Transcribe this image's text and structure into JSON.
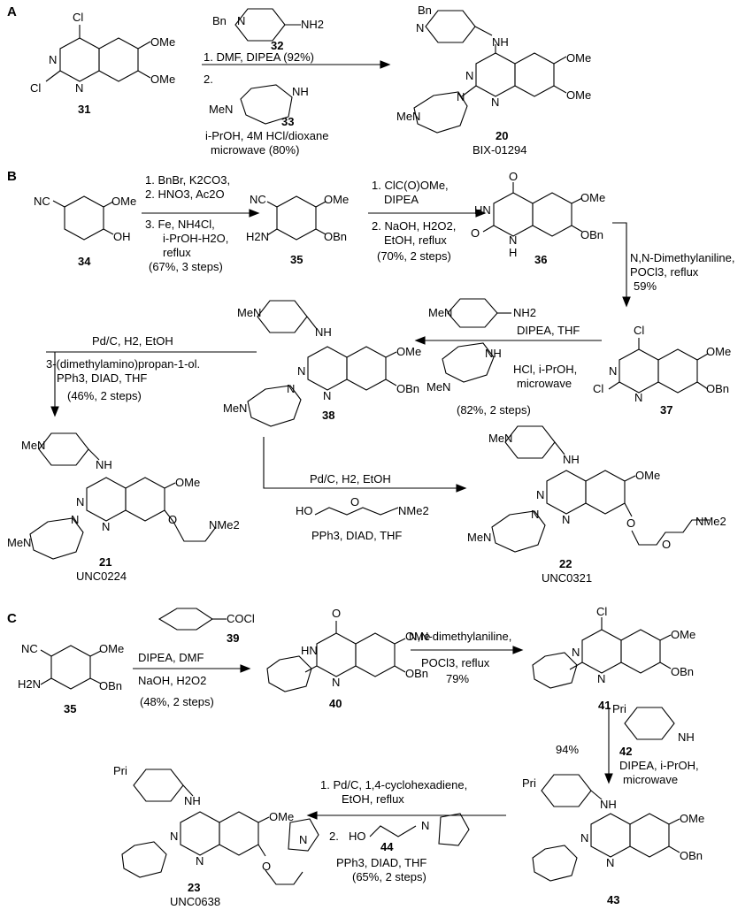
{
  "sections": {
    "a": "A",
    "b": "B",
    "c": "C"
  },
  "compounds": {
    "c31": "31",
    "c32": "32",
    "c33": "33",
    "c20": "20",
    "c20_name": "BIX-01294",
    "c34": "34",
    "c35": "35",
    "c36": "36",
    "c37": "37",
    "c38": "38",
    "c21": "21",
    "c21_name": "UNC0224",
    "c22": "22",
    "c22_name": "UNC0321",
    "c35b": "35",
    "c39": "39",
    "c40": "40",
    "c41": "41",
    "c42": "42",
    "c43": "43",
    "c44": "44",
    "c23": "23",
    "c23_name": "UNC0638"
  },
  "conditions": {
    "a_step1": "1. DMF, DIPEA (92%)",
    "a_step2": "2.",
    "a_step2b": "i-PrOH, 4M HCl/dioxane",
    "a_step2c": "microwave (80%)",
    "b1_1": "1. BnBr, K2CO3,",
    "b1_2": "2. HNO3, Ac2O",
    "b1_3": "3. Fe, NH4Cl,",
    "b1_4": "i-PrOH-H2O,",
    "b1_5": "reflux",
    "b1_6": "(67%, 3 steps)",
    "b2_1": "1. ClC(O)OMe,",
    "b2_2": "DIPEA",
    "b2_3": "2. NaOH, H2O2,",
    "b2_4": "EtOH, reflux",
    "b2_5": "(70%, 2 steps)",
    "b3_1": "N,N-Dimethylaniline,",
    "b3_2": "POCl3, reflux",
    "b3_3": "59%",
    "b4_1": "DIPEA, THF",
    "b4_2": "HCl, i-PrOH,",
    "b4_3": "microwave",
    "b4_4": "(82%, 2 steps)",
    "b5_1": "Pd/C, H2, EtOH",
    "b5_2": "3-(dimethylamino)propan-1-ol.",
    "b5_3": "PPh3, DIAD, THF",
    "b5_4": "(46%, 2 steps)",
    "b6_1": "Pd/C, H2, EtOH",
    "b6_2": "PPh3, DIAD, THF",
    "c1_1": "DIPEA, DMF",
    "c1_2": "NaOH, H2O2",
    "c1_3": "(48%, 2 steps)",
    "c2_1": "N,N-dimethylaniline,",
    "c2_2": "POCl3, reflux",
    "c2_3": "79%",
    "c3_1": "94%",
    "c3_2": "DIPEA, i-PrOH,",
    "c3_3": "microwave",
    "c4_1": "1. Pd/C, 1,4-cyclohexadiene,",
    "c4_2": "EtOH, reflux",
    "c4_3": "2.",
    "c4_4": "PPh3, DIAD, THF",
    "c4_5": "(65%, 2 steps)"
  },
  "atom_labels": {
    "cl": "Cl",
    "ome": "OMe",
    "n": "N",
    "obn": "OBn",
    "nh": "NH",
    "nh2": "NH2",
    "bn": "Bn",
    "me": "Me",
    "men": "MeN",
    "nc": "NC",
    "oh": "OH",
    "h2n": "H2N",
    "hn": "HN",
    "o": "O",
    "h": "H",
    "nme2": "NMe2",
    "ho": "HO",
    "cocl": "COCl",
    "pri": "Pri"
  }
}
